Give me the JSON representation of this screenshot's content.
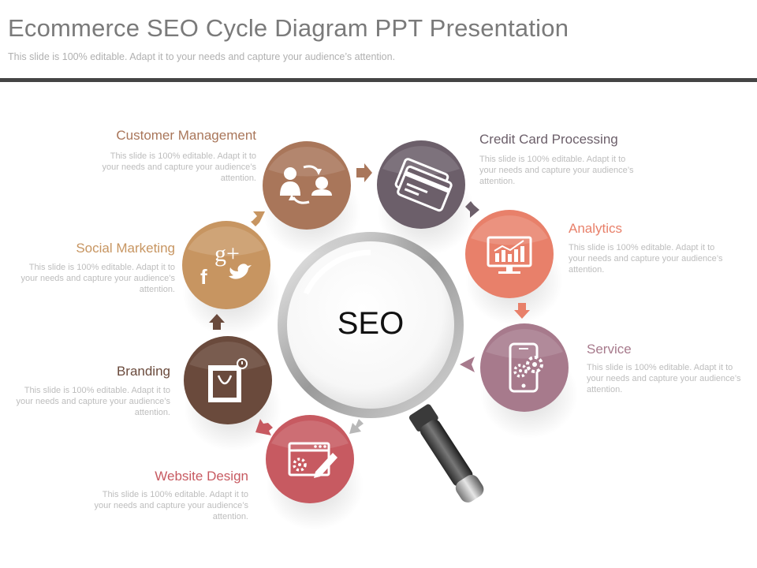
{
  "slide": {
    "title": "Ecommerce SEO Cycle Diagram PPT Presentation",
    "subtitle": "This slide is 100% editable. Adapt it to your needs and capture your audience’s attention."
  },
  "center": {
    "label": "SEO"
  },
  "items": [
    {
      "title": "Customer Management",
      "desc": "This slide is 100% editable. Adapt it to your needs and capture your audience’s attention.",
      "icon": "customer-management-icon",
      "color": "#a9765a"
    },
    {
      "title": "Credit Card Processing",
      "desc": "This slide is 100% editable. Adapt it to your needs and capture your audience’s attention.",
      "icon": "credit-card-icon",
      "color": "#6c5f6a"
    },
    {
      "title": "Analytics",
      "desc": "This slide is 100% editable. Adapt it to your needs and capture your audience’s attention.",
      "icon": "analytics-monitor-icon",
      "color": "#e8806a"
    },
    {
      "title": "Service",
      "desc": "This slide is 100% editable. Adapt it to your needs and capture your audience’s attention.",
      "icon": "mobile-settings-icon",
      "color": "#a77a8c"
    },
    {
      "title": "Website Design",
      "desc": "This slide is 100% editable. Adapt it to your needs and capture your audience’s attention.",
      "icon": "web-design-icon",
      "color": "#c75a61"
    },
    {
      "title": "Branding",
      "desc": "This slide is 100% editable. Adapt it to your needs and capture your audience’s attention.",
      "icon": "shopping-bag-icon",
      "color": "#6a4a3c"
    },
    {
      "title": "Social Marketing",
      "desc": "This slide is 100% editable. Adapt it to your needs and capture your audience’s attention.",
      "icon": "social-media-icon",
      "color": "#c79561"
    }
  ],
  "social": {
    "gplus": "g+",
    "facebook": "f"
  }
}
